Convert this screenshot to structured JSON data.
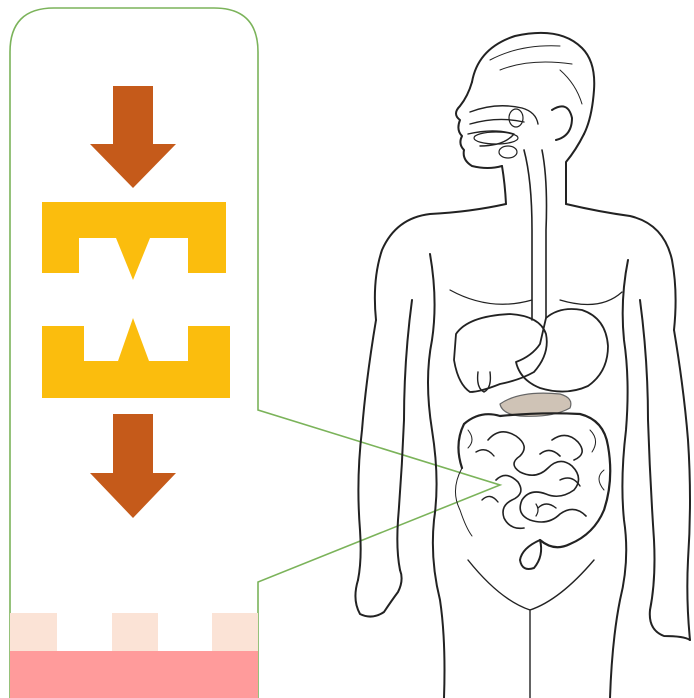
{
  "figure": {
    "callout": {
      "components": [
        "down-arrow",
        "enzyme-upper-piece",
        "enzyme-lower-piece",
        "down-arrow",
        "absorption-cells",
        "intestinal-wall"
      ]
    },
    "anatomy": {
      "organs": [
        "esophagus",
        "liver",
        "stomach",
        "pancreas",
        "small-intestine",
        "large-intestine"
      ]
    },
    "colors": {
      "callout_border": "#7bb35a",
      "arrow": "#c55a1a",
      "enzyme": "#fbbd0d",
      "cells": "#fbe3d6",
      "wall": "#ff9b9b",
      "outline": "#222222"
    }
  }
}
